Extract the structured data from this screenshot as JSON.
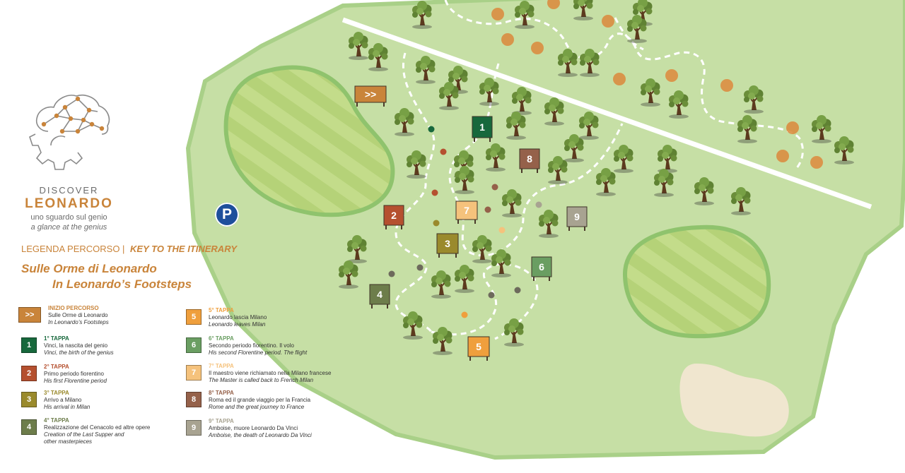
{
  "brand": {
    "name_top": "DISCOVER",
    "name_main": "LEONARDO",
    "tagline_it": "uno sguardo sul genio",
    "tagline_en": "a glance at the genius",
    "logo_icon": "brain-gear-icon"
  },
  "legend": {
    "title_it": "LEGENDA PERCORSO |",
    "title_en": "KEY TO THE ITINERARY",
    "route_it": "Sulle Orme di Leonardo",
    "route_en": "In Leonardo’s Footsteps",
    "items": [
      {
        "badge": ">>",
        "heading": "INIZIO PERCORSO",
        "text_it": "Sulle Orme di Leonardo",
        "text_en": "In Leonardo’s Footsteps",
        "text_en2": "",
        "color": "#c9843a"
      },
      {
        "badge": "1",
        "heading": "1° TAPPA",
        "text_it": "Vinci, la nascita del genio",
        "text_en": "Vinci, the birth of the genius",
        "text_en2": "",
        "color": "#17683c"
      },
      {
        "badge": "2",
        "heading": "2° TAPPA",
        "text_it": "Primo periodo fiorentino",
        "text_en": "His first Florentine period",
        "text_en2": "",
        "color": "#b5502f"
      },
      {
        "badge": "3",
        "heading": "3° TAPPA",
        "text_it": "Arrivo a Milano",
        "text_en": "His arrival in Milan",
        "text_en2": "",
        "color": "#9a8a2c"
      },
      {
        "badge": "4",
        "heading": "4° TAPPA",
        "text_it": "Realizzazione del Cenacolo ed altre opere",
        "text_en": "Creation of the Last Supper and",
        "text_en2": "other masterpieces",
        "color": "#6d7d4b"
      },
      {
        "badge": "5",
        "heading": "5° TAPPA",
        "text_it": "Leonardo lascia Milano",
        "text_en": "Leonardo leaves Milan",
        "text_en2": "",
        "color": "#ef9f3d"
      },
      {
        "badge": "6",
        "heading": "6° TAPPA",
        "text_it": "Secondo periodo fiorentino. Il volo",
        "text_en": "His second Florentine period. The flight",
        "text_en2": "",
        "color": "#6a9e62"
      },
      {
        "badge": "7",
        "heading": "7° TAPPA",
        "text_it": "Il maestro viene richiamato nella Milano francese",
        "text_en": "The Master is called back to French Milan",
        "text_en2": "",
        "color": "#f5c27c"
      },
      {
        "badge": "8",
        "heading": "8° TAPPA",
        "text_it": "Roma ed il grande viaggio per la Francia",
        "text_en": "Rome and the great journey to France",
        "text_en2": "",
        "color": "#95614a"
      },
      {
        "badge": "9",
        "heading": "9° TAPPA",
        "text_it": "Amboise, muore Leonardo Da Vinci",
        "text_en": "Amboise, the death of Leonardo Da Vinci",
        "text_en2": "",
        "color": "#a8a391"
      }
    ]
  },
  "map": {
    "parking_label": "P",
    "parking_icon": "parking-icon",
    "tree_icon": "olive-tree-icon",
    "colors": {
      "grass": "#c6dfa5",
      "grass_edge": "#9fcb7d",
      "field": "#c0da85",
      "road": "#ffffff",
      "sand": "#f0e6cf",
      "orange_dot": "#db8e42"
    },
    "stages": [
      {
        "label": ">>",
        "color": "#c9843a"
      },
      {
        "label": "1",
        "color": "#17683c"
      },
      {
        "label": "2",
        "color": "#b5502f"
      },
      {
        "label": "3",
        "color": "#9a8a2c"
      },
      {
        "label": "4",
        "color": "#6d7d4b"
      },
      {
        "label": "5",
        "color": "#ef9f3d"
      },
      {
        "label": "6",
        "color": "#6a9e62"
      },
      {
        "label": "7",
        "color": "#f5c27c"
      },
      {
        "label": "8",
        "color": "#95614a"
      },
      {
        "label": "9",
        "color": "#a8a391"
      }
    ]
  }
}
